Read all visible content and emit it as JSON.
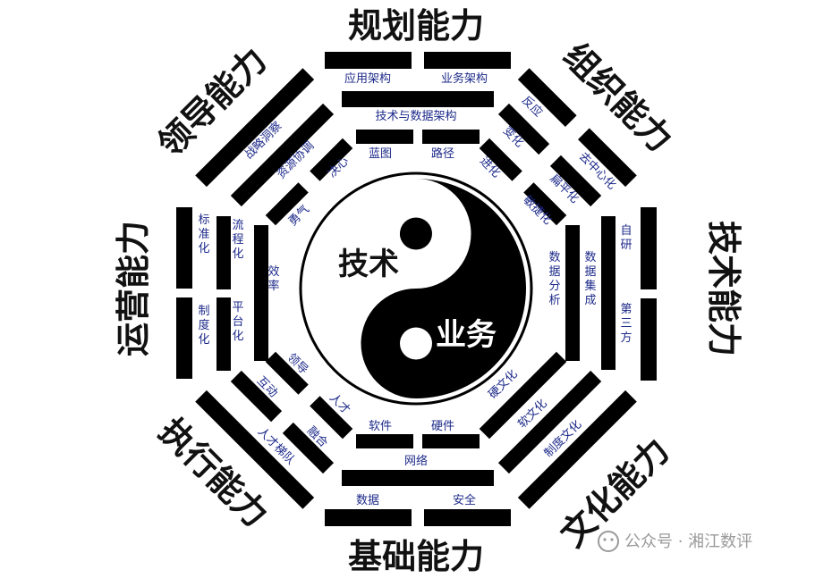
{
  "center": {
    "left_text": "技术",
    "right_text": "业务"
  },
  "titles": {
    "top": "规划能力",
    "top_right": "组织能力",
    "right": "技术能力",
    "bottom_right": "文化能力",
    "bottom": "基础能力",
    "bottom_left": "执行能力",
    "left": "运营能力",
    "top_left": "领导能力"
  },
  "labels": {
    "top_outer_1": "应用架构",
    "top_outer_2": "业务架构",
    "top_mid": "技术与数据架构",
    "top_inner_1": "蓝图",
    "top_inner_2": "路径",
    "tr_1": "反应",
    "tr_2": "变化",
    "tr_3": "进化",
    "tr_4": "去中心化",
    "tr_5": "扁平化",
    "tr_6": "敏捷化",
    "r_outer_1": "自研",
    "r_outer_2": "第三方",
    "r_mid": "数据集成",
    "r_inner": "数据分析",
    "br_1": "硬文化",
    "br_2": "软文化",
    "br_3": "制度文化",
    "b_inner_1": "软件",
    "b_inner_2": "硬件",
    "b_mid": "网络",
    "b_outer_1": "数据",
    "b_outer_2": "安全",
    "bl_1": "领导",
    "bl_2": "互动",
    "bl_3": "人才",
    "bl_4": "融合",
    "bl_5": "人才梯队",
    "l_outer_1": "标准化",
    "l_outer_2": "制度化",
    "l_mid_1": "流程化",
    "l_mid_2": "平台化",
    "l_inner": "效率",
    "tl_1": "战略洞察",
    "tl_2": "资源协调",
    "tl_3": "决心",
    "tl_4": "勇气"
  },
  "watermark": "公众号 · 湘江数评",
  "colors": {
    "bar": "#000000",
    "label": "#1d2a8a",
    "title": "#111111",
    "background": "#ffffff"
  }
}
